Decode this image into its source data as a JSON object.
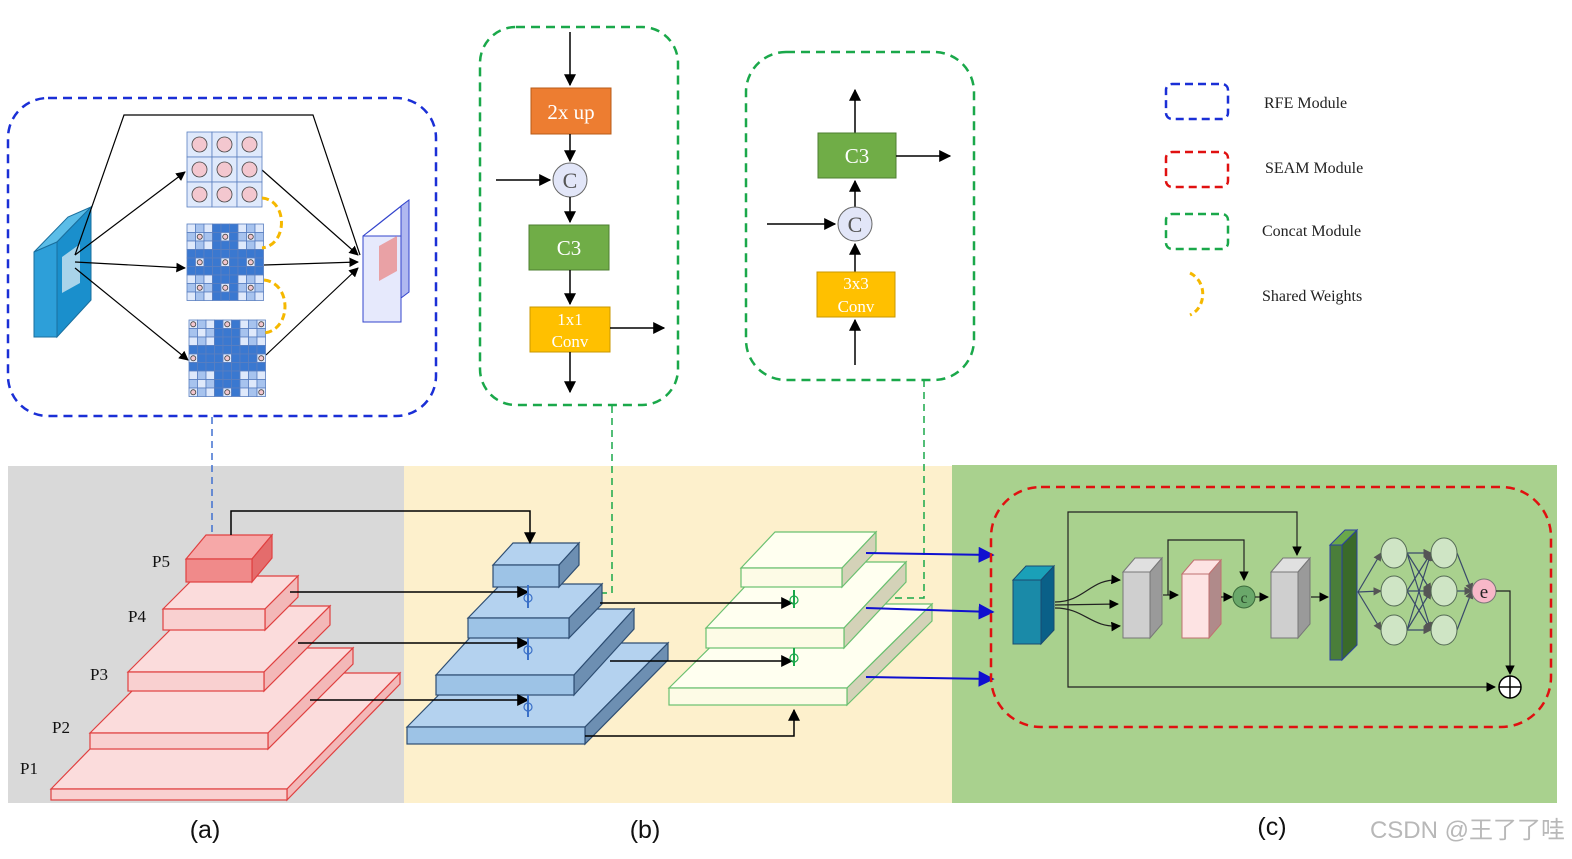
{
  "legend": {
    "rfe": "RFE Module",
    "seam": "SEAM Module",
    "concat": "Concat Module",
    "shared": "Shared Weights",
    "colors": {
      "rfe": "#1a2fd6",
      "seam": "#e01010",
      "concat": "#1aa84a",
      "shared": "#f5b800"
    }
  },
  "concat_left": {
    "up": "2x up",
    "c": "C",
    "c3": "C3",
    "conv_line1": "1x1",
    "conv_line2": "Conv"
  },
  "concat_right": {
    "c": "C",
    "c3": "C3",
    "conv_line1": "3x3",
    "conv_line2": "Conv"
  },
  "pyramid": {
    "p5": "P5",
    "p4": "P4",
    "p3": "P3",
    "p2": "P2",
    "p1": "P1"
  },
  "seam": {
    "c": "c",
    "e": "e"
  },
  "captions": {
    "a": "(a)",
    "b": "(b)",
    "c": "(c)"
  },
  "watermark": "CSDN @王了了哇",
  "colors": {
    "panel_a": "#d9d9d9",
    "panel_b": "#fdf0cc",
    "panel_c": "#a9d18e",
    "pyramid": "#f9d0d0",
    "pyramid_edge": "#e04040",
    "blue_block": "#9dc3e6",
    "cream_block": "#fdfbe6",
    "orange": "#ed7d31",
    "green": "#70ad47",
    "yellow": "#ffc000"
  }
}
